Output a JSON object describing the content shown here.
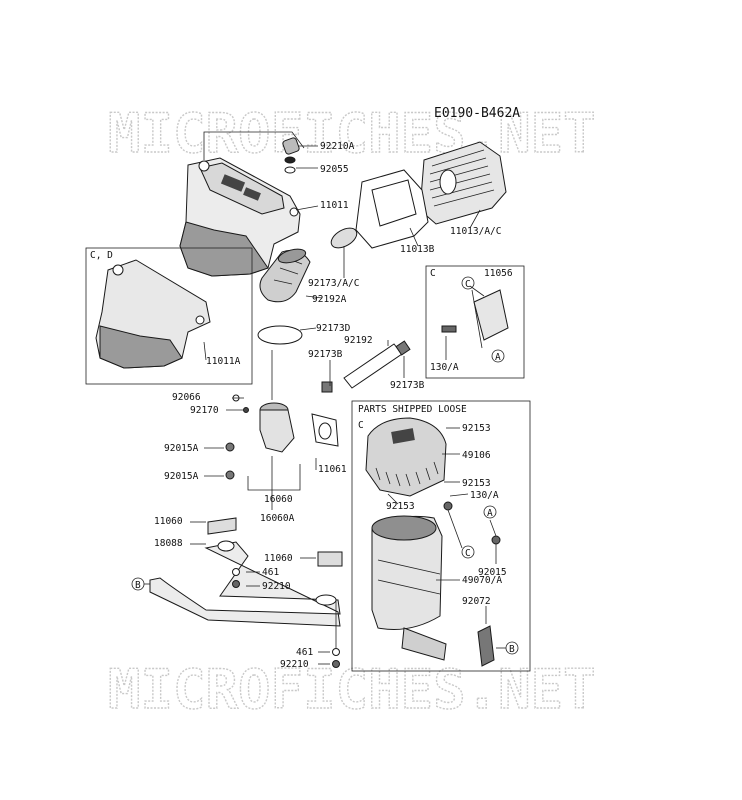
{
  "diagram_code": "E0190-B462A",
  "watermark": "MICROFICHES.NET",
  "group_labels": {
    "cd": "C, D",
    "c_small": "C",
    "c_loose": "C"
  },
  "box_title": "PARTS SHIPPED LOOSE",
  "markers": {
    "a": "A",
    "b": "B",
    "c": "C"
  },
  "part_numbers": {
    "p92210A": "92210A",
    "p92055": "92055",
    "p11011": "11011",
    "p11013AC": "11013/A/C",
    "p11013B": "11013B",
    "p92173AC": "92173/A/C",
    "p92192A": "92192A",
    "p11056": "11056",
    "p11011A": "11011A",
    "p92173D": "92173D",
    "p92192": "92192",
    "p92173B_a": "92173B",
    "p92173B_b": "92173B",
    "p130A_a": "130/A",
    "p92066": "92066",
    "p92170": "92170",
    "p92015A_a": "92015A",
    "p92015A_b": "92015A",
    "p11061": "11061",
    "p16060": "16060",
    "p16060A": "16060A",
    "p92153_a": "92153",
    "p49106": "49106",
    "p92153_b": "92153",
    "p130A_b": "130/A",
    "p92153_c": "92153",
    "p92015": "92015",
    "p49070A": "49070/A",
    "p92072": "92072",
    "p11060_a": "11060",
    "p18088": "18088",
    "p11060_b": "11060",
    "p461_a": "461",
    "p92210_a": "92210",
    "p461_b": "461",
    "p92210_b": "92210"
  },
  "colors": {
    "line": "#222222",
    "watermark": "#c9c9c9",
    "part_fill": "#eeeeee",
    "part_dark": "#555555"
  }
}
